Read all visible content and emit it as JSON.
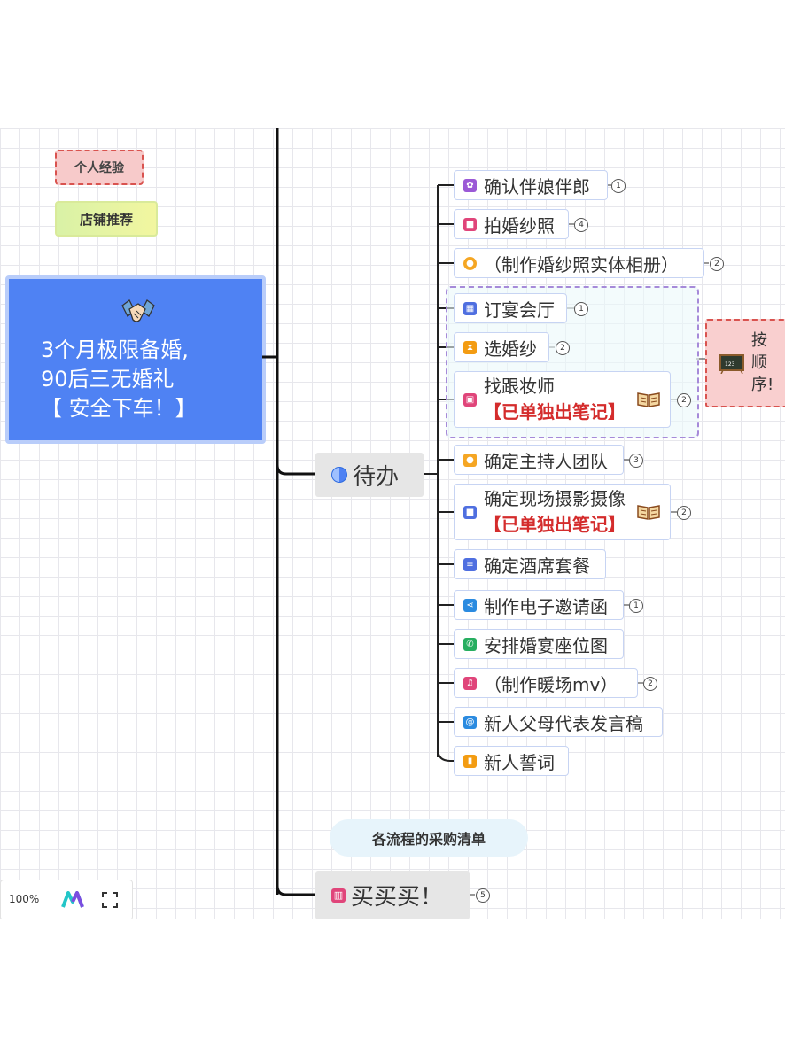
{
  "tags": {
    "personal": "个人经验",
    "shop": "店铺推荐"
  },
  "root": {
    "line1": "3个月极限备婚,",
    "line2": "90后三无婚礼",
    "line3": "【 安全下车！】"
  },
  "branches": {
    "todo": {
      "label": "待办"
    },
    "buy": {
      "label": "买买买！",
      "count": "5",
      "note": "各流程的采购清单"
    }
  },
  "callout": {
    "text1": "按",
    "text2": "顺",
    "text3": "序!"
  },
  "todo_items": [
    {
      "label": "确认伴娘伴郎",
      "count": "1"
    },
    {
      "label": "拍婚纱照",
      "count": "4"
    },
    {
      "label": "（制作婚纱照实体相册）",
      "count": "2"
    },
    {
      "label": "订宴会厅",
      "count": "1"
    },
    {
      "label": "选婚纱",
      "count": "2"
    },
    {
      "label": "找跟妆师",
      "note": "【已单独出笔记】",
      "count": "2"
    },
    {
      "label": "确定主持人团队",
      "count": "3"
    },
    {
      "label": "确定现场摄影摄像",
      "note": "【已单独出笔记】",
      "count": "2"
    },
    {
      "label": "确定酒席套餐"
    },
    {
      "label": "制作电子邀请函",
      "count": "1"
    },
    {
      "label": "安排婚宴座位图"
    },
    {
      "label": "（制作暖场mv）",
      "count": "2"
    },
    {
      "label": "新人父母代表发言稿"
    },
    {
      "label": "新人誓词"
    }
  ],
  "zoom": {
    "level": "100%"
  },
  "colors": {
    "root_bg": "#4f82f3",
    "accent_red": "#d42c2c",
    "group_border": "#a68ad9"
  }
}
